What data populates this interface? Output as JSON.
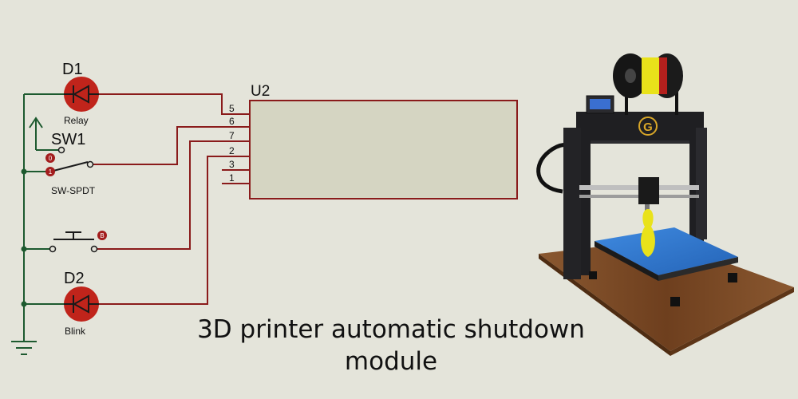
{
  "colors": {
    "background": "#e4e4da",
    "wire_green": "#1d5a2f",
    "wire_red": "#8a1b1b",
    "chip_fill": "#d5d5c2",
    "diode": "#c0241b",
    "printer_frame": "#1f1f22",
    "print_bed": "#2f7bd6",
    "filament": "#e9e21a",
    "wood_base": "#7a4a25"
  },
  "schematic": {
    "d1": {
      "ref": "D1",
      "value": "Relay"
    },
    "sw1": {
      "ref": "SW1",
      "value": "SW-SPDT",
      "pin_a": "0",
      "pin_b": "1"
    },
    "push_button": {
      "pin": "B"
    },
    "d2": {
      "ref": "D2",
      "value": "Blink"
    },
    "u2": {
      "ref": "U2",
      "pins": [
        "5",
        "6",
        "7",
        "2",
        "3",
        "1"
      ]
    }
  },
  "printer": {
    "logo": "G"
  },
  "caption": {
    "line1": "3D printer automatic shutdown",
    "line2": "module"
  }
}
